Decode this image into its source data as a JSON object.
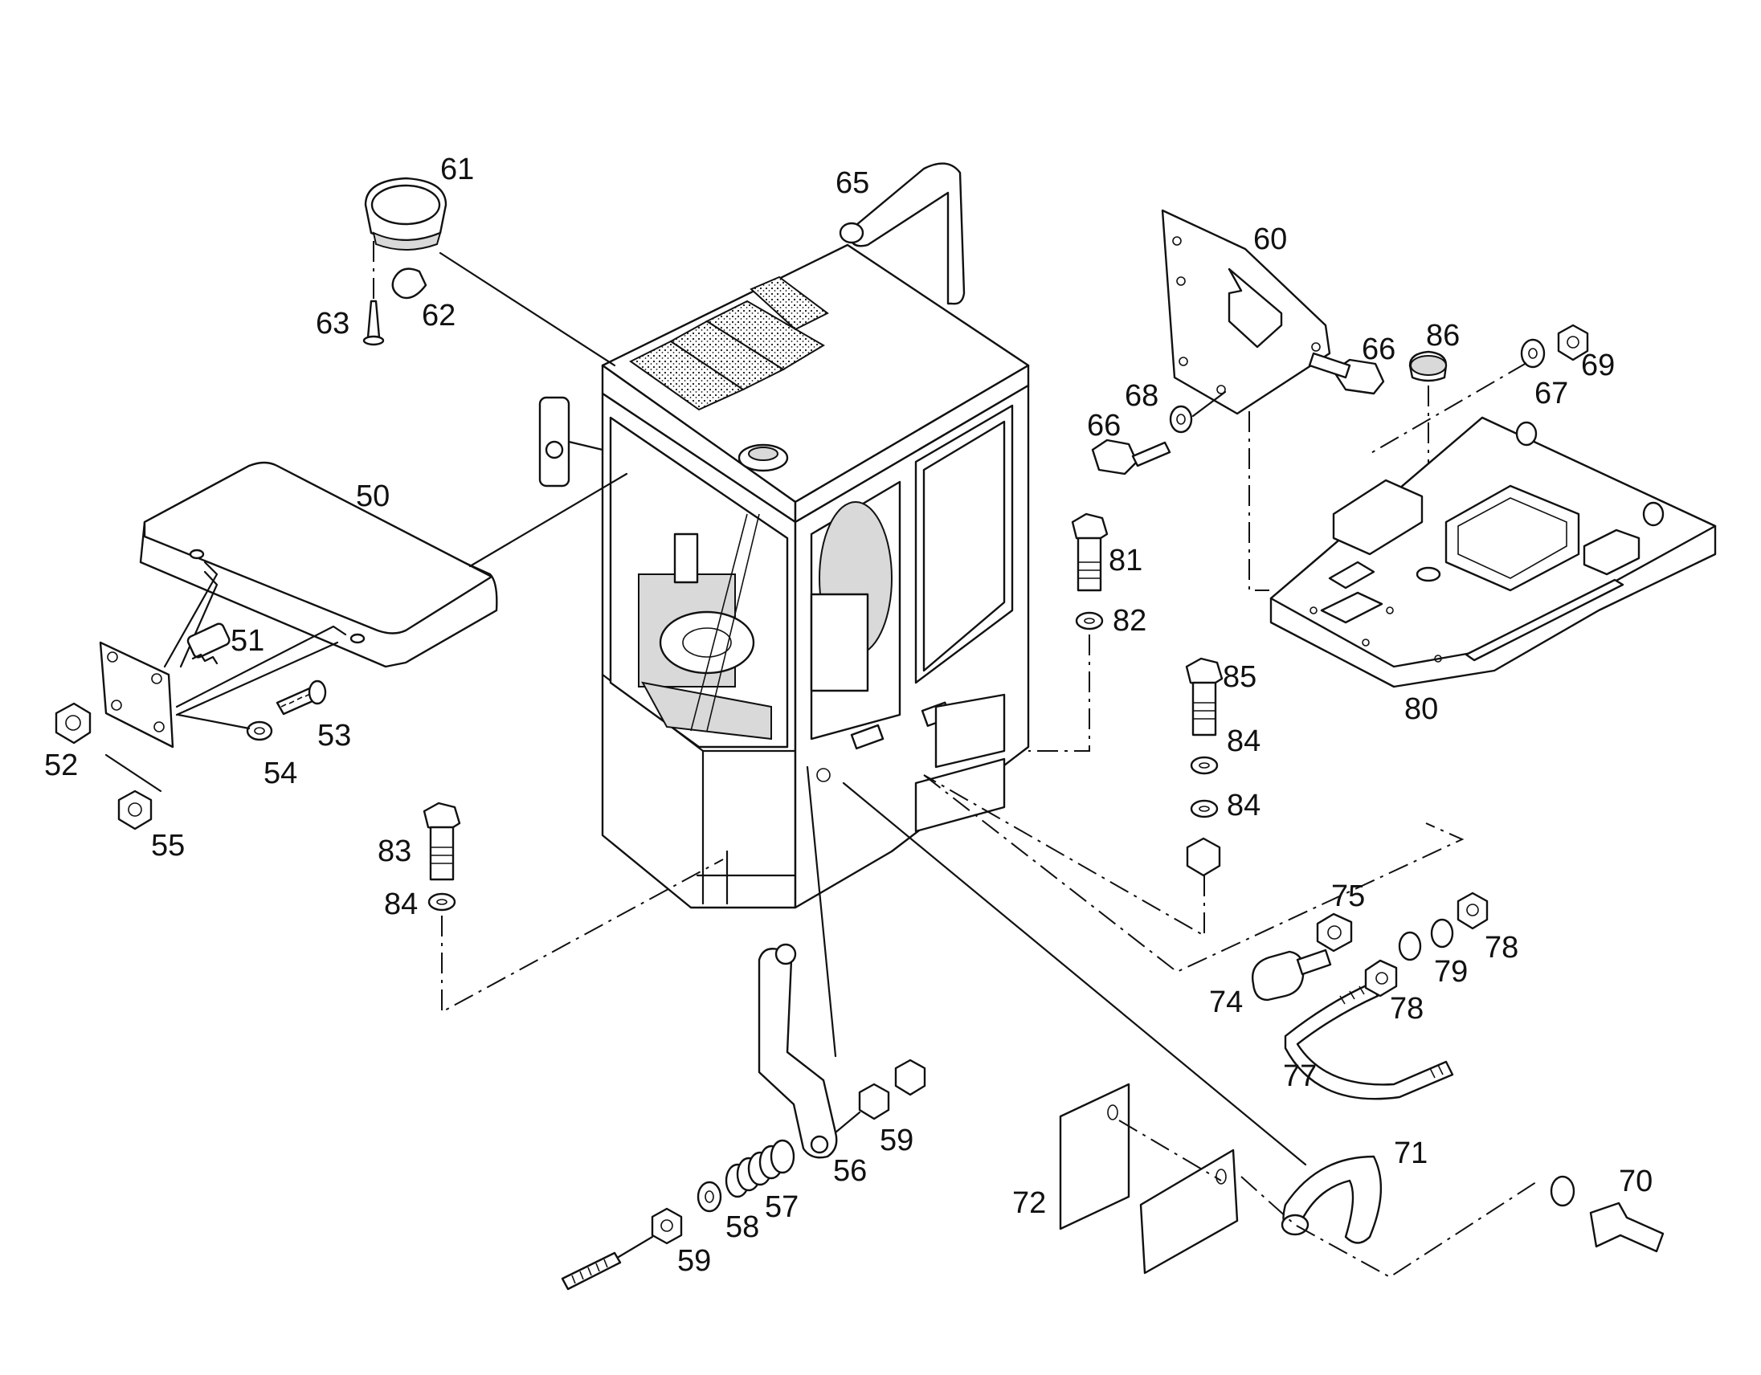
{
  "labels": [
    {
      "text": "50"
    },
    {
      "text": "51"
    },
    {
      "text": "52"
    },
    {
      "text": "53"
    },
    {
      "text": "54"
    },
    {
      "text": "55"
    },
    {
      "text": "56"
    },
    {
      "text": "57"
    },
    {
      "text": "58"
    },
    {
      "text": "59"
    },
    {
      "text": "59"
    },
    {
      "text": "60"
    },
    {
      "text": "61"
    },
    {
      "text": "62"
    },
    {
      "text": "63"
    },
    {
      "text": "65"
    },
    {
      "text": "66"
    },
    {
      "text": "66"
    },
    {
      "text": "67"
    },
    {
      "text": "68"
    },
    {
      "text": "69"
    },
    {
      "text": "70"
    },
    {
      "text": "71"
    },
    {
      "text": "72"
    },
    {
      "text": "74"
    },
    {
      "text": "75"
    },
    {
      "text": "77"
    },
    {
      "text": "78"
    },
    {
      "text": "78"
    },
    {
      "text": "79"
    },
    {
      "text": "80"
    },
    {
      "text": "81"
    },
    {
      "text": "82"
    },
    {
      "text": "83"
    },
    {
      "text": "84"
    },
    {
      "text": "84"
    },
    {
      "text": "84"
    },
    {
      "text": "85"
    },
    {
      "text": "86"
    }
  ]
}
